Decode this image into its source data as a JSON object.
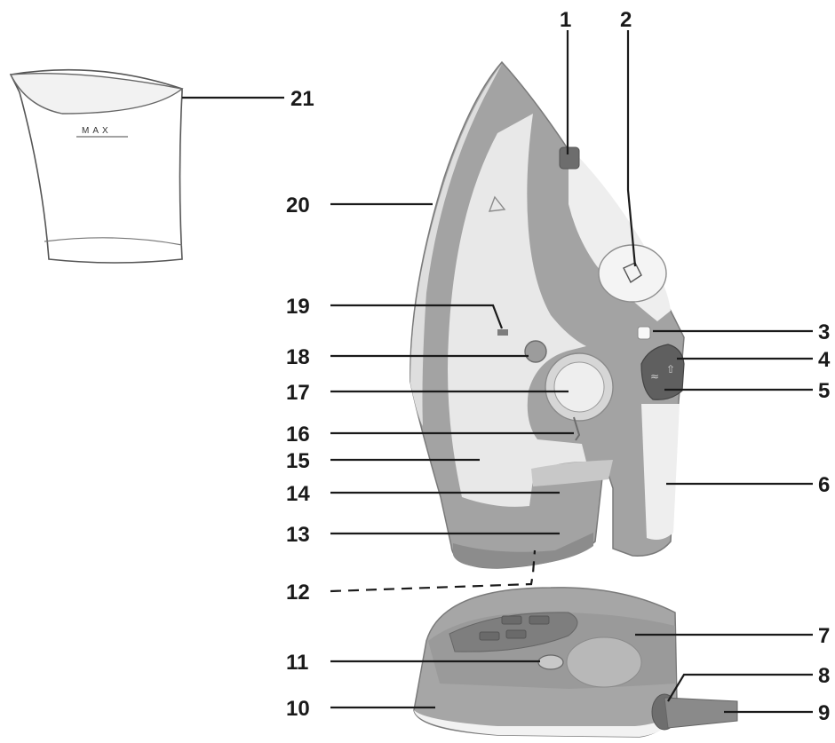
{
  "cup": {
    "max_mark": "MAX"
  },
  "callouts": [
    {
      "number": "1"
    },
    {
      "number": "2"
    },
    {
      "number": "3"
    },
    {
      "number": "4"
    },
    {
      "number": "5"
    },
    {
      "number": "6"
    },
    {
      "number": "7"
    },
    {
      "number": "8"
    },
    {
      "number": "9"
    },
    {
      "number": "10"
    },
    {
      "number": "11"
    },
    {
      "number": "12"
    },
    {
      "number": "13"
    },
    {
      "number": "14"
    },
    {
      "number": "15"
    },
    {
      "number": "16"
    },
    {
      "number": "17"
    },
    {
      "number": "18"
    },
    {
      "number": "19"
    },
    {
      "number": "20"
    },
    {
      "number": "21"
    }
  ],
  "colors": {
    "body_dark": "#9a9a9a",
    "body_mid": "#b8b8b8",
    "body_light": "#e6e6e6",
    "outline": "#7a7a7a",
    "lines": "#1a1a1a"
  }
}
